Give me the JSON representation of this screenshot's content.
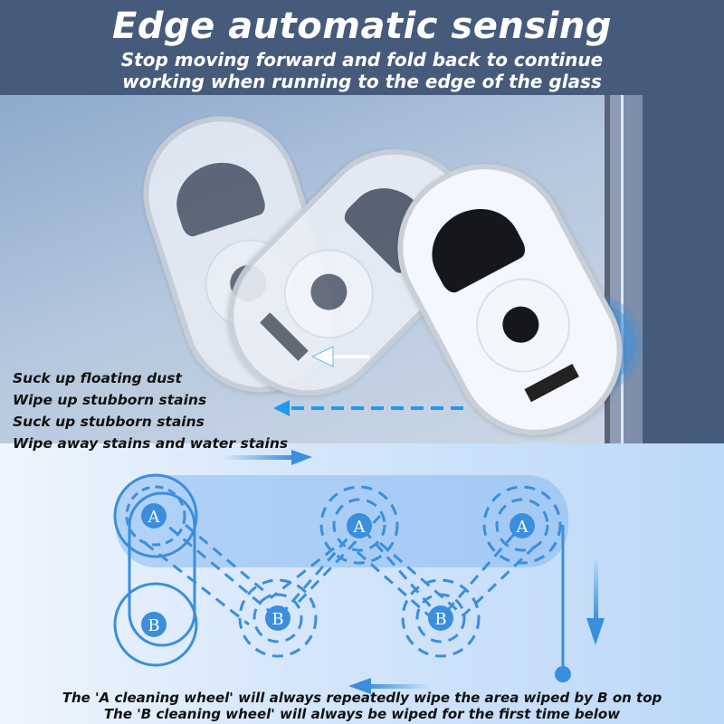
{
  "header": {
    "title": "Edge automatic sensing",
    "subtitle_line1": "Stop moving forward and fold back to continue",
    "subtitle_line2": "working when running to the edge of the glass"
  },
  "features": [
    "Suck up floating dust",
    "Wipe up stubborn stains",
    "Suck up stubborn stains",
    "Wipe away stains and water stains"
  ],
  "diagram": {
    "wheel_a_label": "A",
    "wheel_b_label": "B",
    "accent_color": "#3b8ede"
  },
  "captions": {
    "line1": "The 'A cleaning wheel' will always repeatedly wipe the area wiped by B on top",
    "line2": "The 'B cleaning wheel' will always be wiped for the first time below"
  },
  "colors": {
    "header_bg": "#465b7c",
    "accent_blue": "#3b8ede",
    "dash_blue": "#1e9af0"
  }
}
